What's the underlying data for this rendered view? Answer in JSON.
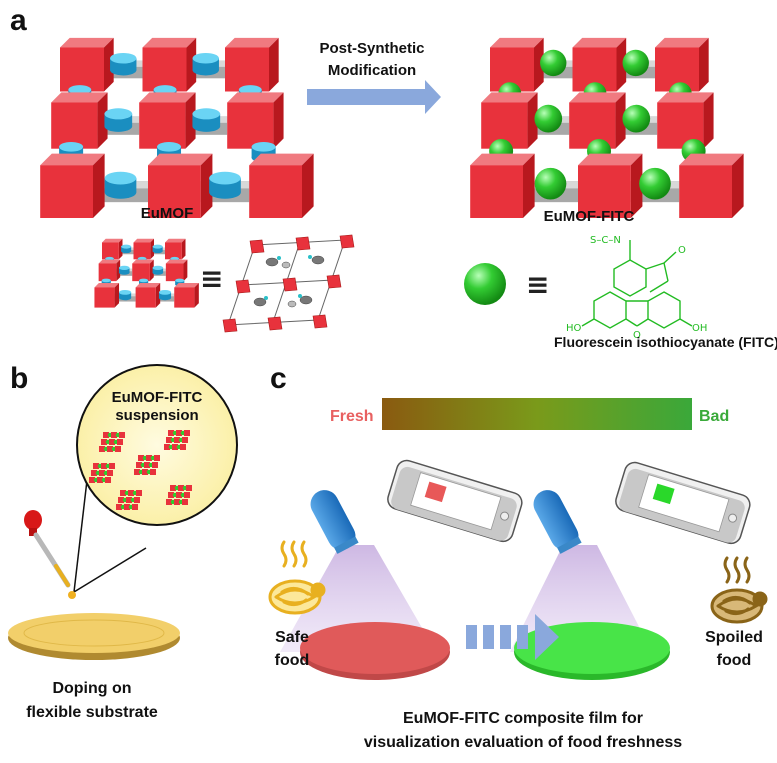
{
  "panels": {
    "a": "a",
    "b": "b",
    "c": "c"
  },
  "panel_a": {
    "arrow_line1": "Post-Synthetic",
    "arrow_line2": "Modification",
    "left_label": "EuMOF",
    "right_label": "EuMOF-FITC",
    "equiv_symbol": "≡",
    "fitc_label": "Fluorescein isothiocyanate (FITC)",
    "chem_scn": "S–C–N",
    "chem_ho": "HO",
    "chem_oh": "OH",
    "chem_o": "O"
  },
  "panel_b": {
    "bubble_line1": "EuMOF-FITC",
    "bubble_line2": "suspension",
    "caption_line1": "Doping on",
    "caption_line2": "flexible substrate"
  },
  "panel_c": {
    "fresh": "Fresh",
    "bad": "Bad",
    "safe_line1": "Safe",
    "safe_line2": "food",
    "spoiled_line1": "Spoiled",
    "spoiled_line2": "food",
    "caption_line1": "EuMOF-FITC composite film for",
    "caption_line2": "visualization evaluation of food freshness"
  },
  "colors": {
    "cube_red": "#e8323c",
    "cylinder_blue": "#3ab8e6",
    "sphere_green": "#2fcc2f",
    "fresh_text": "#e86060",
    "bad_text": "#3aaa3a",
    "film_red": "#e05050",
    "film_green": "#44dd44",
    "arrow_blue": "#8aa8dc",
    "food_safe": "#e8b020",
    "food_spoiled": "#8a6418"
  }
}
